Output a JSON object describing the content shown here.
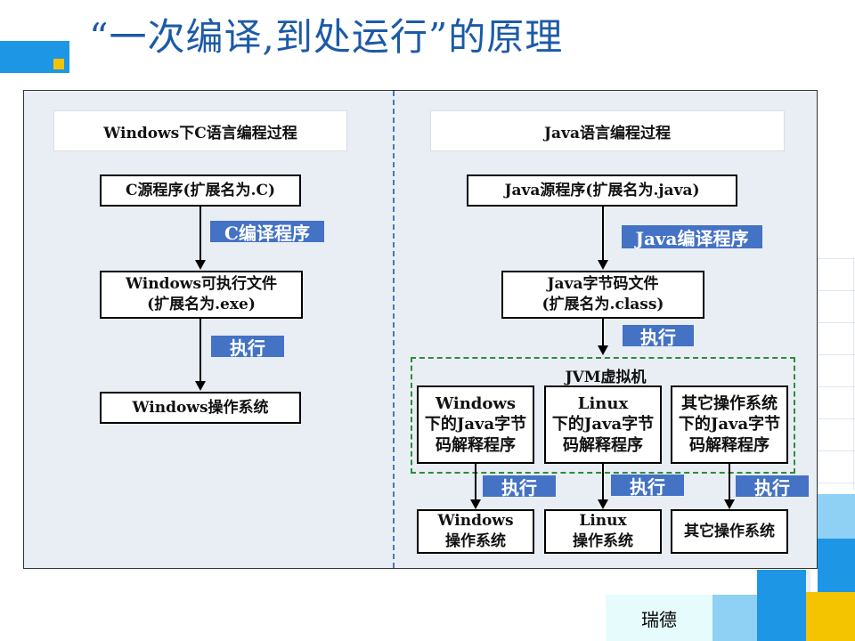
{
  "slide": {
    "title": "“一次编译,到处运行”的原理",
    "footer": "瑞德"
  },
  "left": {
    "header": "Windows下C语言编程过程",
    "source": "C源程序(扩展名为.C)",
    "compile_tag": "C编译程序",
    "exe": "Windows可执行文件\n(扩展名为.exe)",
    "run_tag": "执行",
    "os": "Windows操作系统"
  },
  "right": {
    "header": "Java语言编程过程",
    "source": "Java源程序(扩展名为.java)",
    "compile_tag": "Java编译程序",
    "bytecode": "Java字节码文件\n(扩展名为.class)",
    "run_tag": "执行",
    "jvm_label": "JVM虚拟机",
    "interpreters": [
      "Windows\n下的Java字节\n码解释程序",
      "Linux\n下的Java字节\n码解释程序",
      "其它操作系统\n下的Java字节\n码解释程序"
    ],
    "exec_tags": [
      "执行",
      "执行",
      "执行"
    ],
    "os_targets": [
      "Windows\n操作系统",
      "Linux\n操作系统",
      "其它操作系统"
    ]
  },
  "colors": {
    "title_blue": "#1c5aa8",
    "tag_blue": "#4472c4",
    "panel_bg": "#e9eef5",
    "jvm_border": "#2e8b3a",
    "accent_yellow": "#f5c400",
    "accent_blue": "#1e96e6",
    "accent_light_blue": "#8fd0f5"
  }
}
